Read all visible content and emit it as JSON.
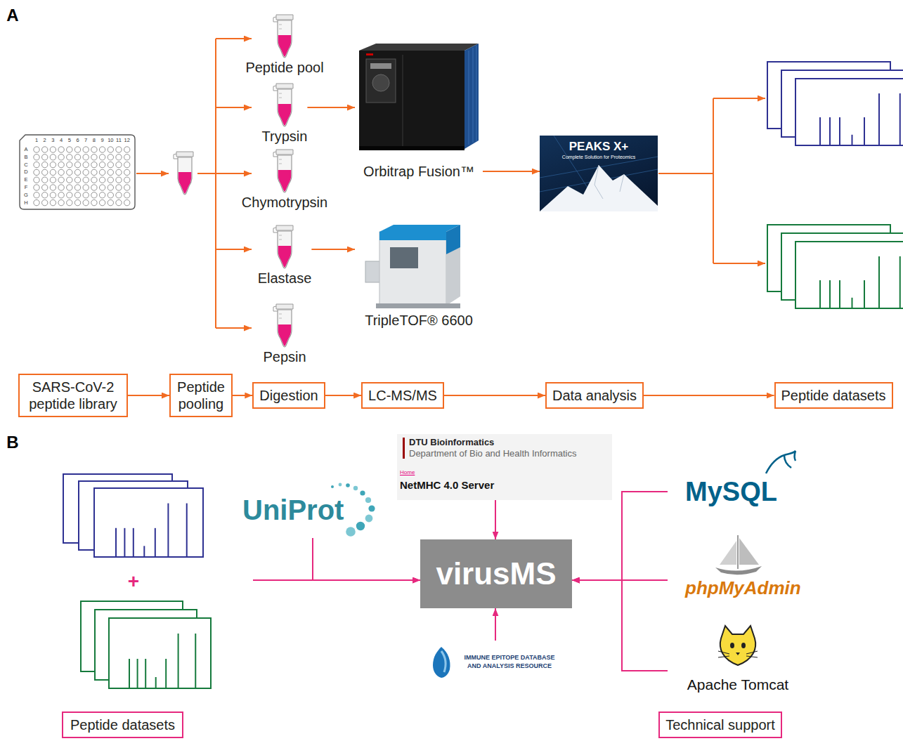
{
  "diagram": {
    "nodes": [
      {
        "text": [
          "Peptide pool"
        ]
      },
      {
        "text": [
          "Trypsin"
        ]
      },
      {
        "text": [
          "Chymotrypsin"
        ]
      },
      {
        "text": [
          "Elastase"
        ]
      },
      {
        "text": [
          "Pepsin"
        ]
      },
      {
        "text": [
          "Orbitrap Fusion™"
        ]
      },
      {
        "text": [
          "TripleTOF® 6600"
        ]
      },
      {
        "text": [
          "PEAKS X+",
          "Complete Solution for Proteomics"
        ]
      },
      {
        "text": [
          "SARS-CoV-2 peptide library"
        ]
      },
      {
        "text": [
          "Peptide pooling"
        ]
      },
      {
        "text": [
          "Digestion"
        ]
      },
      {
        "text": [
          "LC-MS/MS"
        ]
      },
      {
        "text": [
          "Data analysis"
        ]
      },
      {
        "text": [
          "Peptide datasets"
        ]
      },
      {
        "text": [
          "Peptide datasets"
        ]
      },
      {
        "text": [
          "UniProt"
        ]
      },
      {
        "text": [
          "DTU Bioinformatics",
          "Department of Bio and Health Informatics",
          "Home",
          "NetMHC 4.0 Server"
        ]
      },
      {
        "text": [
          "virusMS"
        ]
      },
      {
        "text": [
          "IMMUNE EPITOPE DATABASE AND ANALYSIS RESOURCE"
        ]
      },
      {
        "text": [
          "MySQL"
        ]
      },
      {
        "text": [
          "phpMyAdmin"
        ]
      },
      {
        "text": [
          "Apache Tomcat"
        ]
      },
      {
        "text": [
          "Technical support"
        ]
      }
    ],
    "edges": [
      {
        "from": 1,
        "to": 5,
        "arrow": "to"
      },
      {
        "from": 3,
        "to": 6,
        "arrow": "to"
      },
      {
        "from": 5,
        "to": 7,
        "arrow": "to"
      },
      {
        "from": 8,
        "to": 9,
        "arrow": "to"
      },
      {
        "from": 9,
        "to": 10,
        "arrow": "to"
      },
      {
        "from": 10,
        "to": 11,
        "arrow": "to"
      },
      {
        "from": 11,
        "to": 12,
        "arrow": "to"
      },
      {
        "from": 12,
        "to": 13,
        "arrow": "to"
      },
      {
        "from": 14,
        "to": 17,
        "arrow": "to"
      },
      {
        "from": 15,
        "to": 17,
        "arrow": "to"
      },
      {
        "from": 16,
        "to": 17,
        "arrow": "to"
      },
      {
        "from": 18,
        "to": 17,
        "arrow": "to"
      },
      {
        "from": 19,
        "to": 17,
        "arrow": "to"
      },
      {
        "from": 20,
        "to": 17,
        "arrow": "to"
      },
      {
        "from": 21,
        "to": 17,
        "arrow": "to"
      }
    ],
    "labels": [
      "A",
      "B",
      "1",
      "2",
      "3",
      "4",
      "5",
      "6",
      "7",
      "8",
      "9",
      "10",
      "11",
      "12",
      "A",
      "B",
      "C",
      "D",
      "E",
      "F",
      "G",
      "H",
      "+"
    ]
  }
}
